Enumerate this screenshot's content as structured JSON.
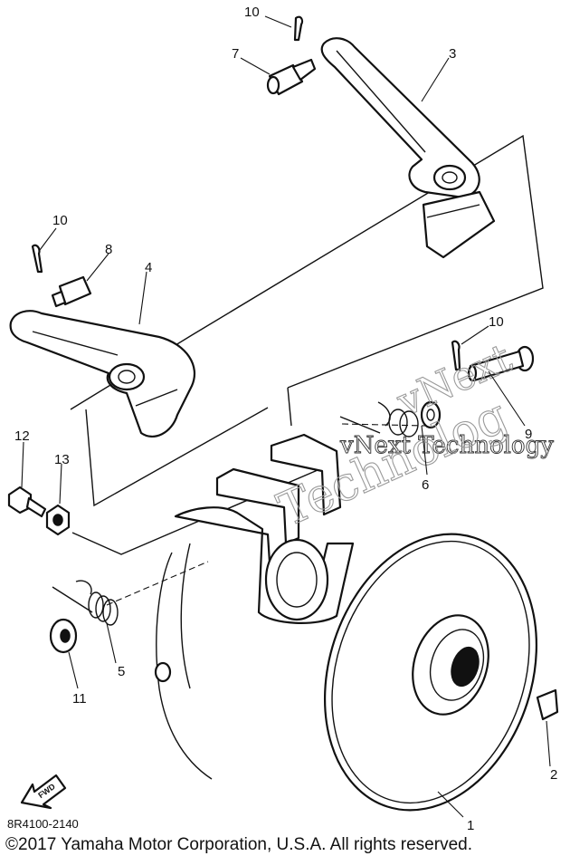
{
  "diagram": {
    "drawing_code": "8R4100-2140",
    "copyright": "©2017 Yamaha Motor Corporation, U.S.A. All rights reserved.",
    "fwd_label": "FWD",
    "watermark": [
      "vNext Technology",
      "vNext",
      "Technolog"
    ],
    "callouts": [
      "1",
      "2",
      "3",
      "4",
      "5",
      "6",
      "7",
      "8",
      "9",
      "10",
      "10",
      "10",
      "11",
      "12",
      "13"
    ]
  }
}
